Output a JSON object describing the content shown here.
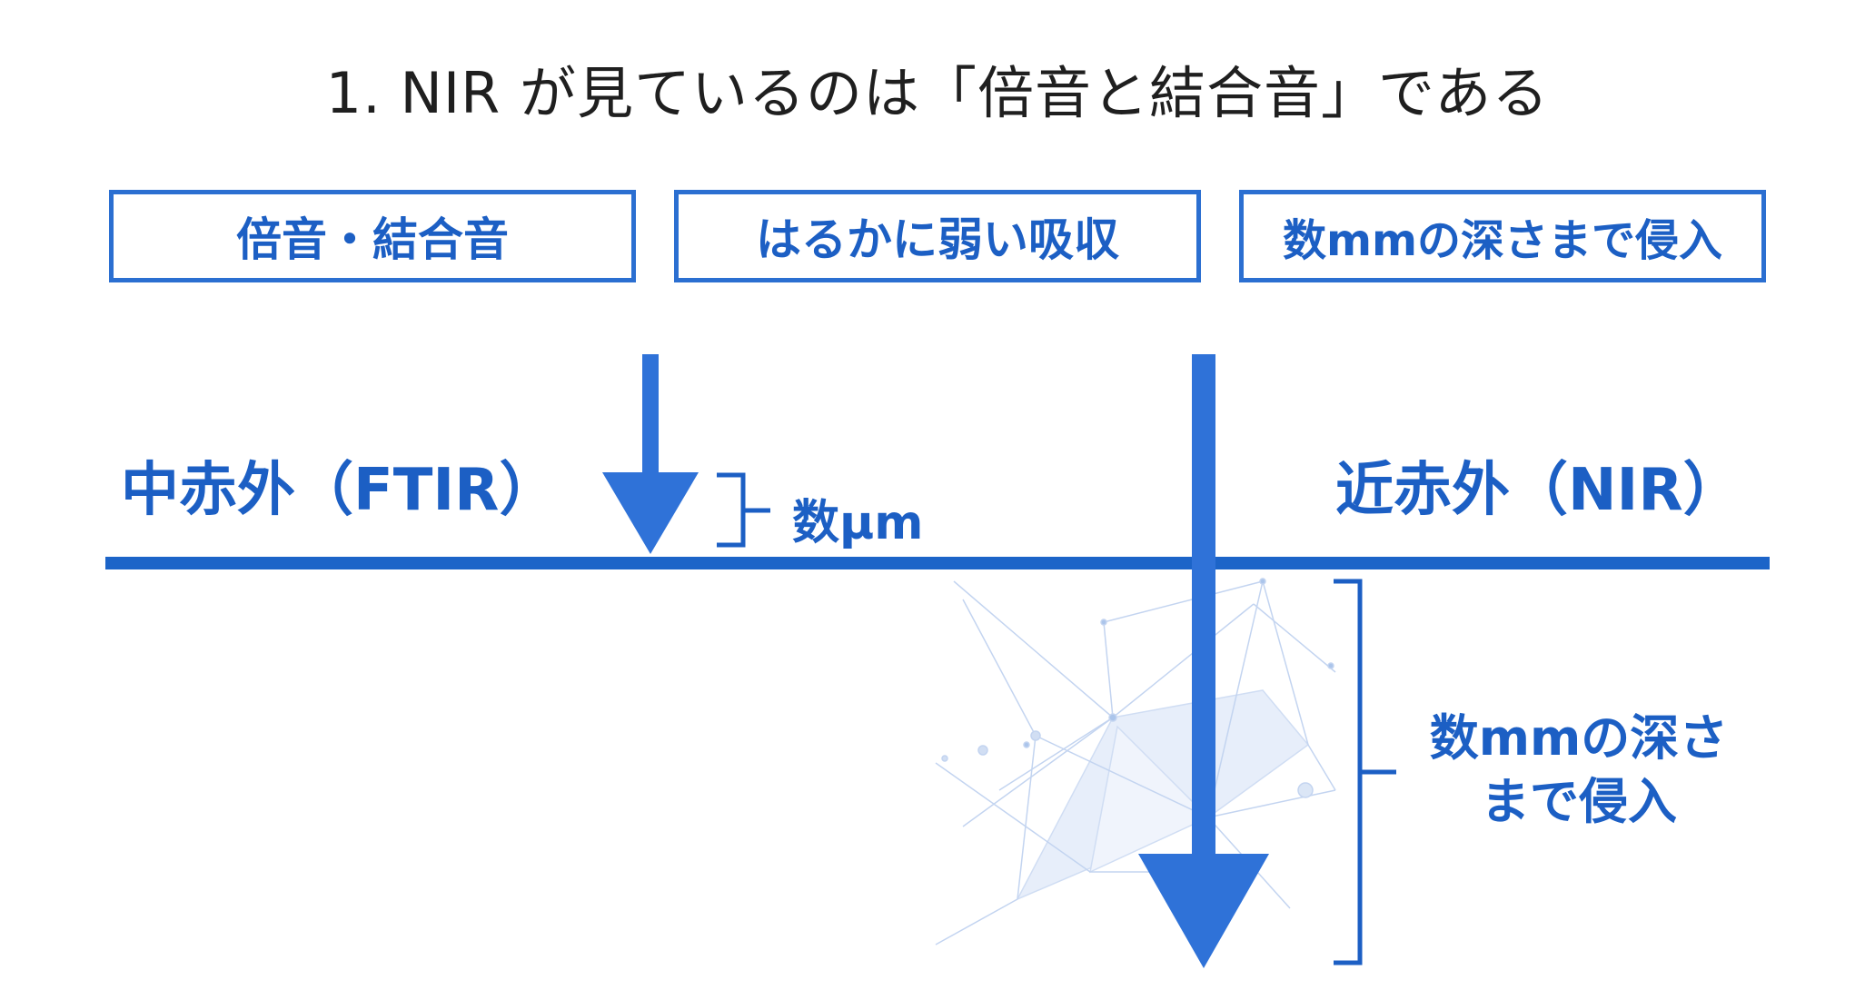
{
  "title": "1. NIR が見ているのは「倍音と結合音」である",
  "tags": [
    {
      "label": "倍音・結合音"
    },
    {
      "label": "はるかに弱い吸収"
    },
    {
      "label": "数mmの深さまで侵入"
    }
  ],
  "diagram": {
    "left_label": "中赤外（FTIR）",
    "right_label": "近赤外（NIR）",
    "shallow_depth_label": "数μm",
    "deep_depth_label_line1": "数mmの深さ",
    "deep_depth_label_line2": "まで侵入"
  },
  "colors": {
    "accent": "#2b6fd1",
    "text_blue": "#1c5fc4",
    "title_text": "#1f1f1f",
    "network": "#a9c3ea"
  }
}
